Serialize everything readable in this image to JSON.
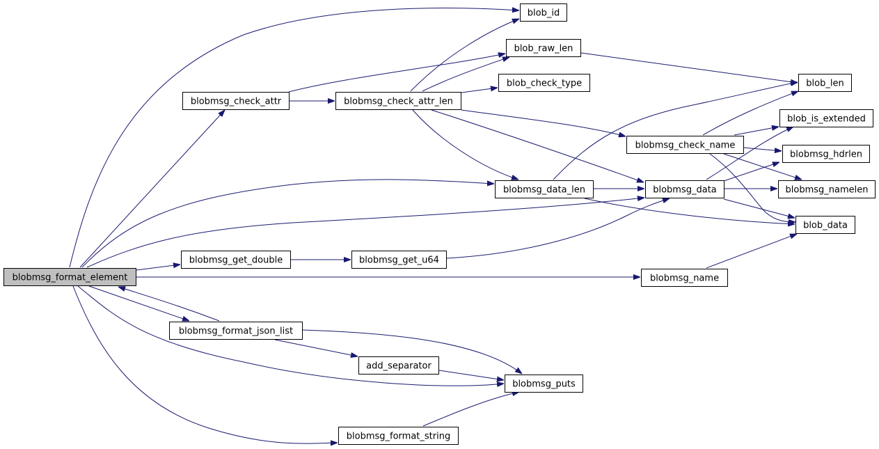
{
  "nodes": [
    {
      "id": "blobmsg_format_element",
      "label": "blobmsg_format_element",
      "highlighted": true
    },
    {
      "id": "blob_id",
      "label": "blob_id"
    },
    {
      "id": "blob_raw_len",
      "label": "blob_raw_len"
    },
    {
      "id": "blob_check_type",
      "label": "blob_check_type"
    },
    {
      "id": "blobmsg_check_attr",
      "label": "blobmsg_check_attr"
    },
    {
      "id": "blobmsg_check_attr_len",
      "label": "blobmsg_check_attr_len"
    },
    {
      "id": "blob_len",
      "label": "blob_len"
    },
    {
      "id": "blob_is_extended",
      "label": "blob_is_extended"
    },
    {
      "id": "blobmsg_check_name",
      "label": "blobmsg_check_name"
    },
    {
      "id": "blobmsg_hdrlen",
      "label": "blobmsg_hdrlen"
    },
    {
      "id": "blobmsg_data_len",
      "label": "blobmsg_data_len"
    },
    {
      "id": "blobmsg_data",
      "label": "blobmsg_data"
    },
    {
      "id": "blobmsg_namelen",
      "label": "blobmsg_namelen"
    },
    {
      "id": "blob_data",
      "label": "blob_data"
    },
    {
      "id": "blobmsg_get_double",
      "label": "blobmsg_get_double"
    },
    {
      "id": "blobmsg_get_u64",
      "label": "blobmsg_get_u64"
    },
    {
      "id": "blobmsg_name",
      "label": "blobmsg_name"
    },
    {
      "id": "blobmsg_format_json_list",
      "label": "blobmsg_format_json_list"
    },
    {
      "id": "add_separator",
      "label": "add_separator"
    },
    {
      "id": "blobmsg_puts",
      "label": "blobmsg_puts"
    },
    {
      "id": "blobmsg_format_string",
      "label": "blobmsg_format_string"
    }
  ],
  "edges": [
    {
      "from": "blobmsg_format_element",
      "to": "blob_id"
    },
    {
      "from": "blobmsg_format_element",
      "to": "blobmsg_check_attr"
    },
    {
      "from": "blobmsg_format_element",
      "to": "blobmsg_data_len"
    },
    {
      "from": "blobmsg_format_element",
      "to": "blobmsg_data"
    },
    {
      "from": "blobmsg_format_element",
      "to": "blobmsg_get_double"
    },
    {
      "from": "blobmsg_format_element",
      "to": "blobmsg_name"
    },
    {
      "from": "blobmsg_format_element",
      "to": "blobmsg_format_json_list"
    },
    {
      "from": "blobmsg_format_element",
      "to": "blobmsg_puts"
    },
    {
      "from": "blobmsg_format_element",
      "to": "blobmsg_format_string"
    },
    {
      "from": "blobmsg_check_attr",
      "to": "blobmsg_check_attr_len"
    },
    {
      "from": "blobmsg_check_attr",
      "to": "blob_raw_len"
    },
    {
      "from": "blobmsg_check_attr_len",
      "to": "blob_id"
    },
    {
      "from": "blobmsg_check_attr_len",
      "to": "blob_raw_len"
    },
    {
      "from": "blobmsg_check_attr_len",
      "to": "blob_check_type"
    },
    {
      "from": "blobmsg_check_attr_len",
      "to": "blobmsg_check_name"
    },
    {
      "from": "blobmsg_check_attr_len",
      "to": "blobmsg_data_len"
    },
    {
      "from": "blobmsg_check_attr_len",
      "to": "blobmsg_data"
    },
    {
      "from": "blob_raw_len",
      "to": "blob_len"
    },
    {
      "from": "blobmsg_check_name",
      "to": "blob_len"
    },
    {
      "from": "blobmsg_check_name",
      "to": "blob_is_extended"
    },
    {
      "from": "blobmsg_check_name",
      "to": "blobmsg_hdrlen"
    },
    {
      "from": "blobmsg_check_name",
      "to": "blobmsg_namelen"
    },
    {
      "from": "blobmsg_check_name",
      "to": "blob_data"
    },
    {
      "from": "blobmsg_data_len",
      "to": "blob_len"
    },
    {
      "from": "blobmsg_data_len",
      "to": "blobmsg_data"
    },
    {
      "from": "blobmsg_data_len",
      "to": "blob_data"
    },
    {
      "from": "blobmsg_data",
      "to": "blob_is_extended"
    },
    {
      "from": "blobmsg_data",
      "to": "blobmsg_hdrlen"
    },
    {
      "from": "blobmsg_data",
      "to": "blobmsg_namelen"
    },
    {
      "from": "blobmsg_data",
      "to": "blob_data"
    },
    {
      "from": "blobmsg_get_double",
      "to": "blobmsg_get_u64"
    },
    {
      "from": "blobmsg_get_u64",
      "to": "blobmsg_data"
    },
    {
      "from": "blobmsg_name",
      "to": "blob_data"
    },
    {
      "from": "blobmsg_format_json_list",
      "to": "blobmsg_format_element"
    },
    {
      "from": "blobmsg_format_json_list",
      "to": "add_separator"
    },
    {
      "from": "blobmsg_format_json_list",
      "to": "blobmsg_puts"
    },
    {
      "from": "add_separator",
      "to": "blobmsg_puts"
    },
    {
      "from": "blobmsg_format_string",
      "to": "blobmsg_puts"
    }
  ],
  "colors": {
    "edge": "#191970",
    "node_fill": "#ffffff",
    "node_highlight_fill": "#bfbfbf",
    "node_border": "#000000"
  }
}
